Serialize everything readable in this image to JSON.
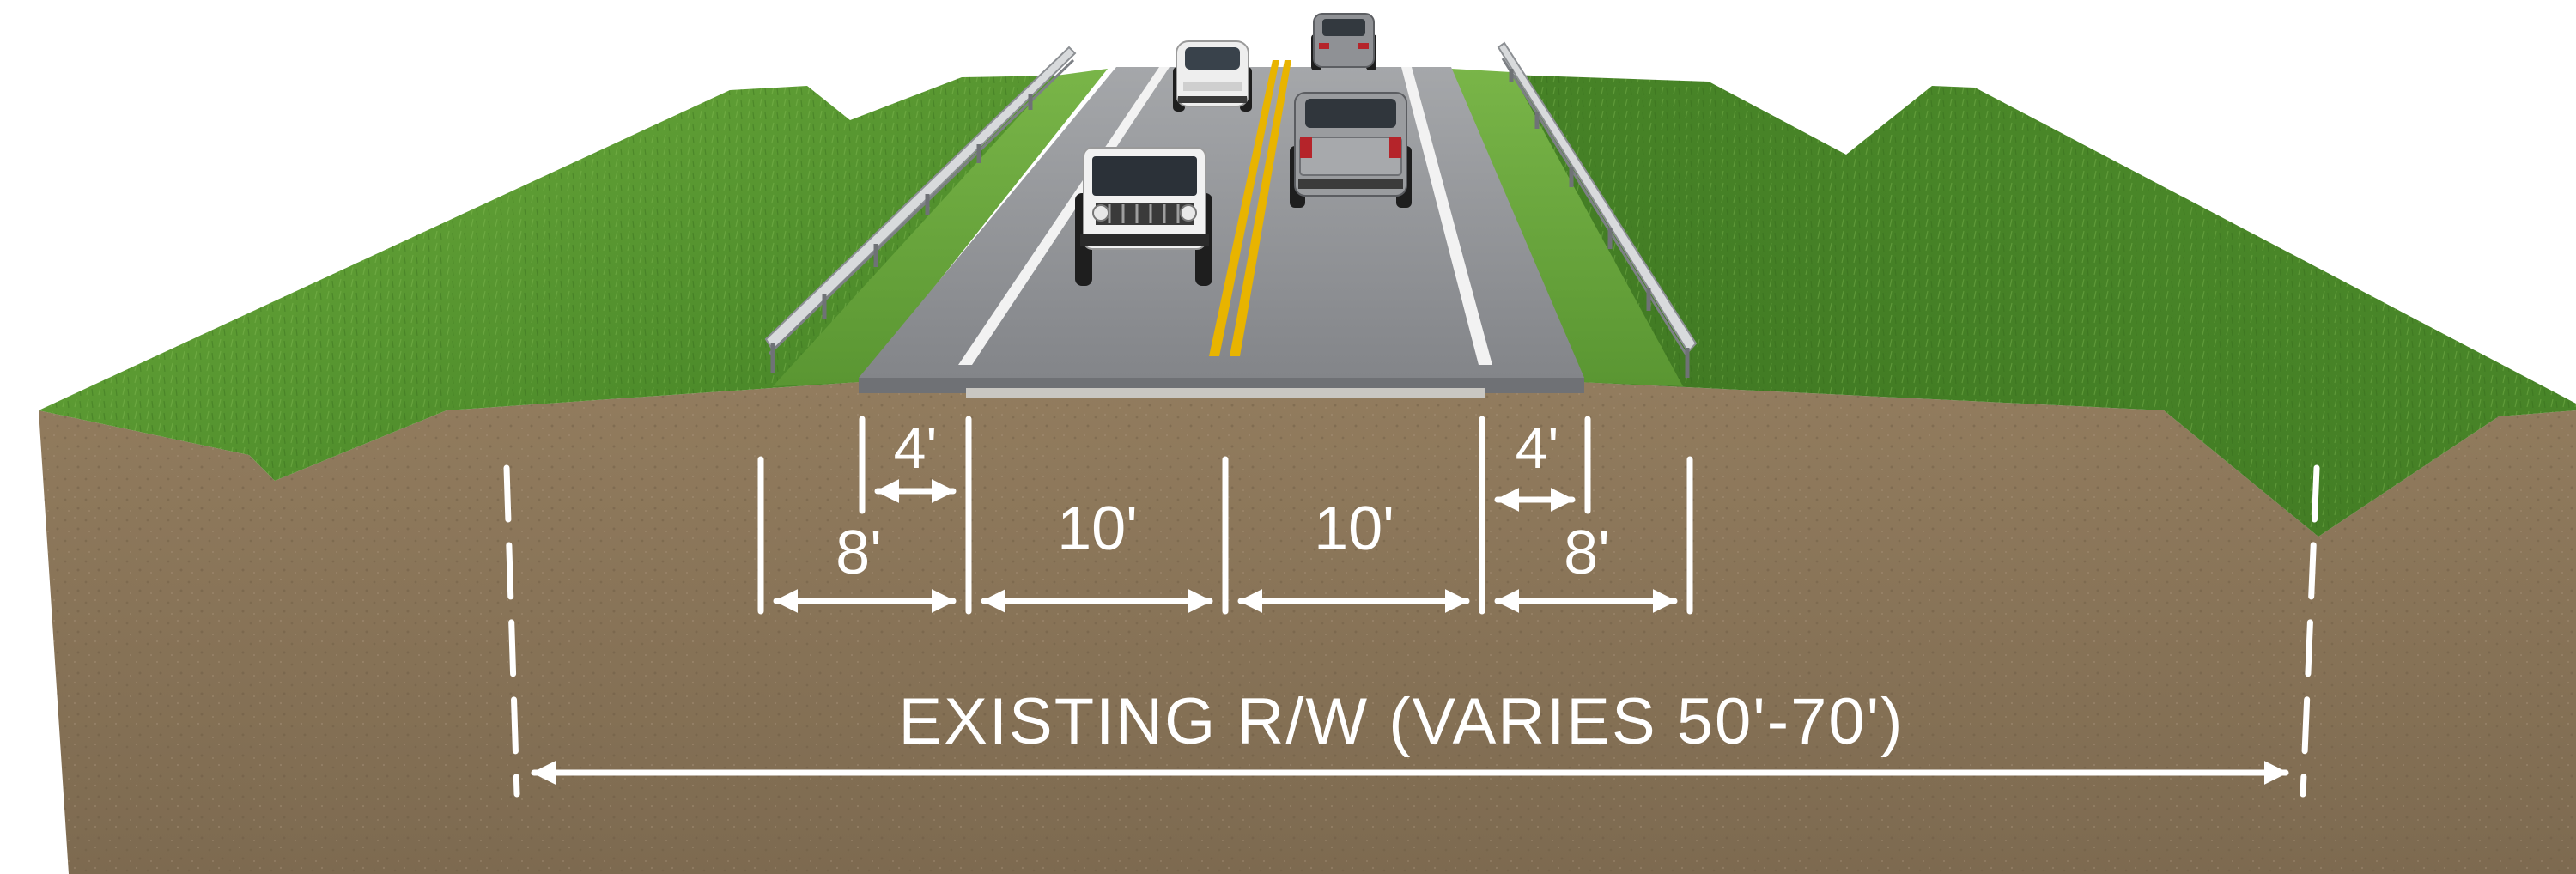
{
  "diagram": {
    "dimensions": {
      "left_shoulder_paved": "4'",
      "left_shoulder_total": "8'",
      "left_lane": "10'",
      "right_lane": "10'",
      "right_shoulder_paved": "4'",
      "right_shoulder_total": "8'",
      "right_of_way": "EXISTING R/W (VARIES 50'-70')"
    },
    "colors": {
      "soil": "#8a7457",
      "grass": "#5d9a35",
      "pavement": "#8d8f93",
      "center_line": "#e8b400",
      "dimension_lines": "#ffffff"
    },
    "vehicles": [
      "jeep",
      "sedan",
      "suv",
      "pickup-truck"
    ]
  }
}
